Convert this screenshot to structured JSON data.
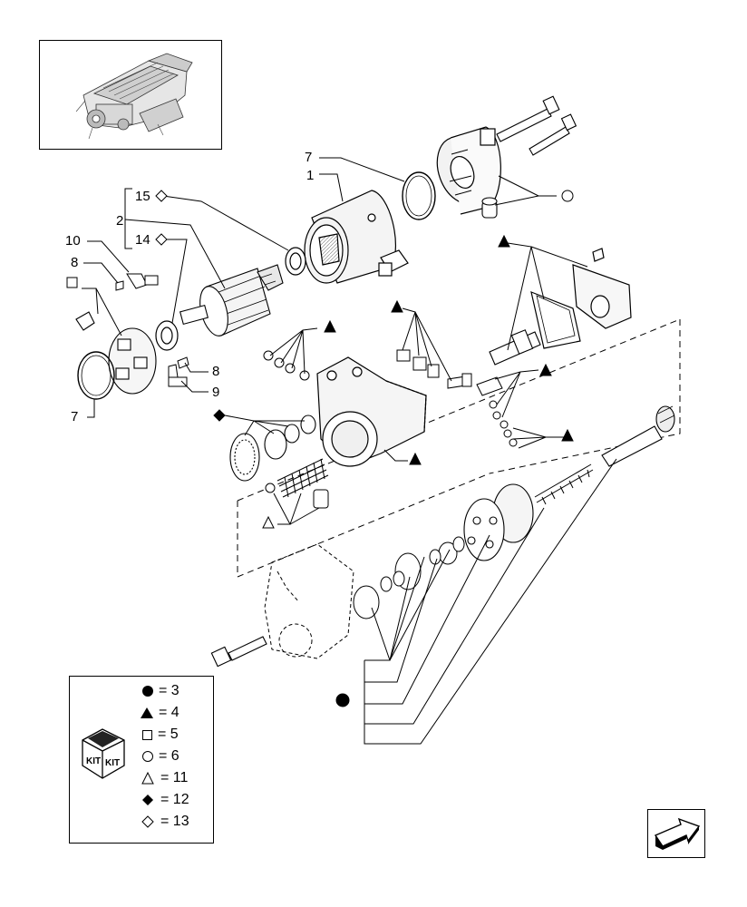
{
  "callouts": {
    "c1": "1",
    "c2": "2",
    "c7a": "7",
    "c7b": "7",
    "c8a": "8",
    "c8b": "8",
    "c9": "9",
    "c10": "10",
    "c14": "14",
    "c15": "15"
  },
  "legend": {
    "items": [
      {
        "symbol": "filled-circle",
        "text": "= 3"
      },
      {
        "symbol": "filled-triangle",
        "text": "= 4"
      },
      {
        "symbol": "open-square",
        "text": "= 5"
      },
      {
        "symbol": "open-circle",
        "text": "= 6"
      },
      {
        "symbol": "open-triangle",
        "text": "= 11"
      },
      {
        "symbol": "filled-diamond",
        "text": "= 12"
      },
      {
        "symbol": "open-diamond",
        "text": "= 13"
      }
    ],
    "kit_label": "KIT"
  },
  "thumbnail": {
    "icon": "engine-thumbnail-icon"
  },
  "nav": {
    "icon": "next-page-arrow-icon"
  }
}
